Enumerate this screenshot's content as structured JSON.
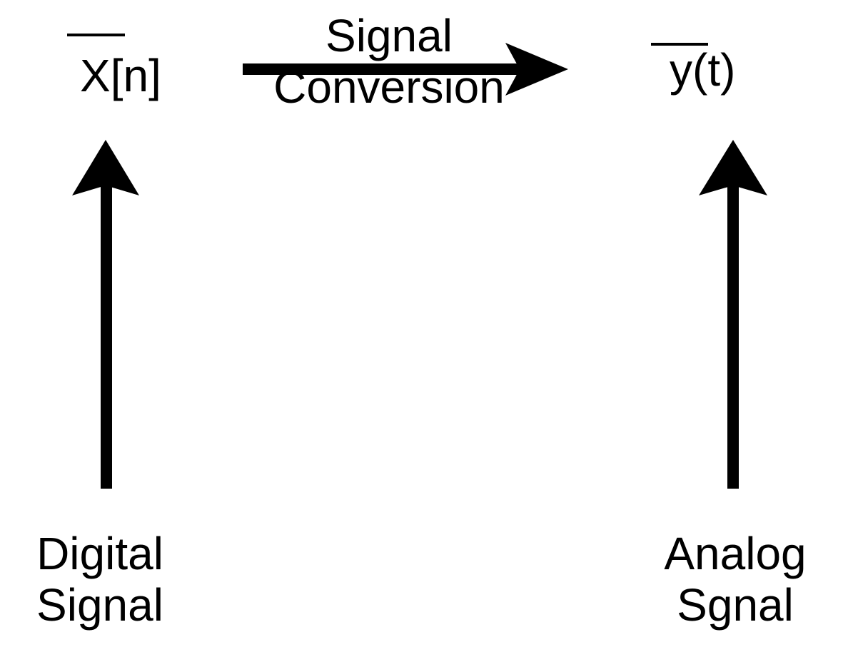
{
  "diagram": {
    "input_signal": {
      "symbol": "X[n]",
      "caption_line1": "Digital",
      "caption_line2": "Signal"
    },
    "output_signal": {
      "symbol": "y(t)",
      "caption_line1": "Analog",
      "caption_line2": "Sgnal"
    },
    "conversion": {
      "label_line1": "Signal",
      "label_line2": "Conversion"
    },
    "colors": {
      "ink": "#000000",
      "background": "#ffffff"
    }
  }
}
